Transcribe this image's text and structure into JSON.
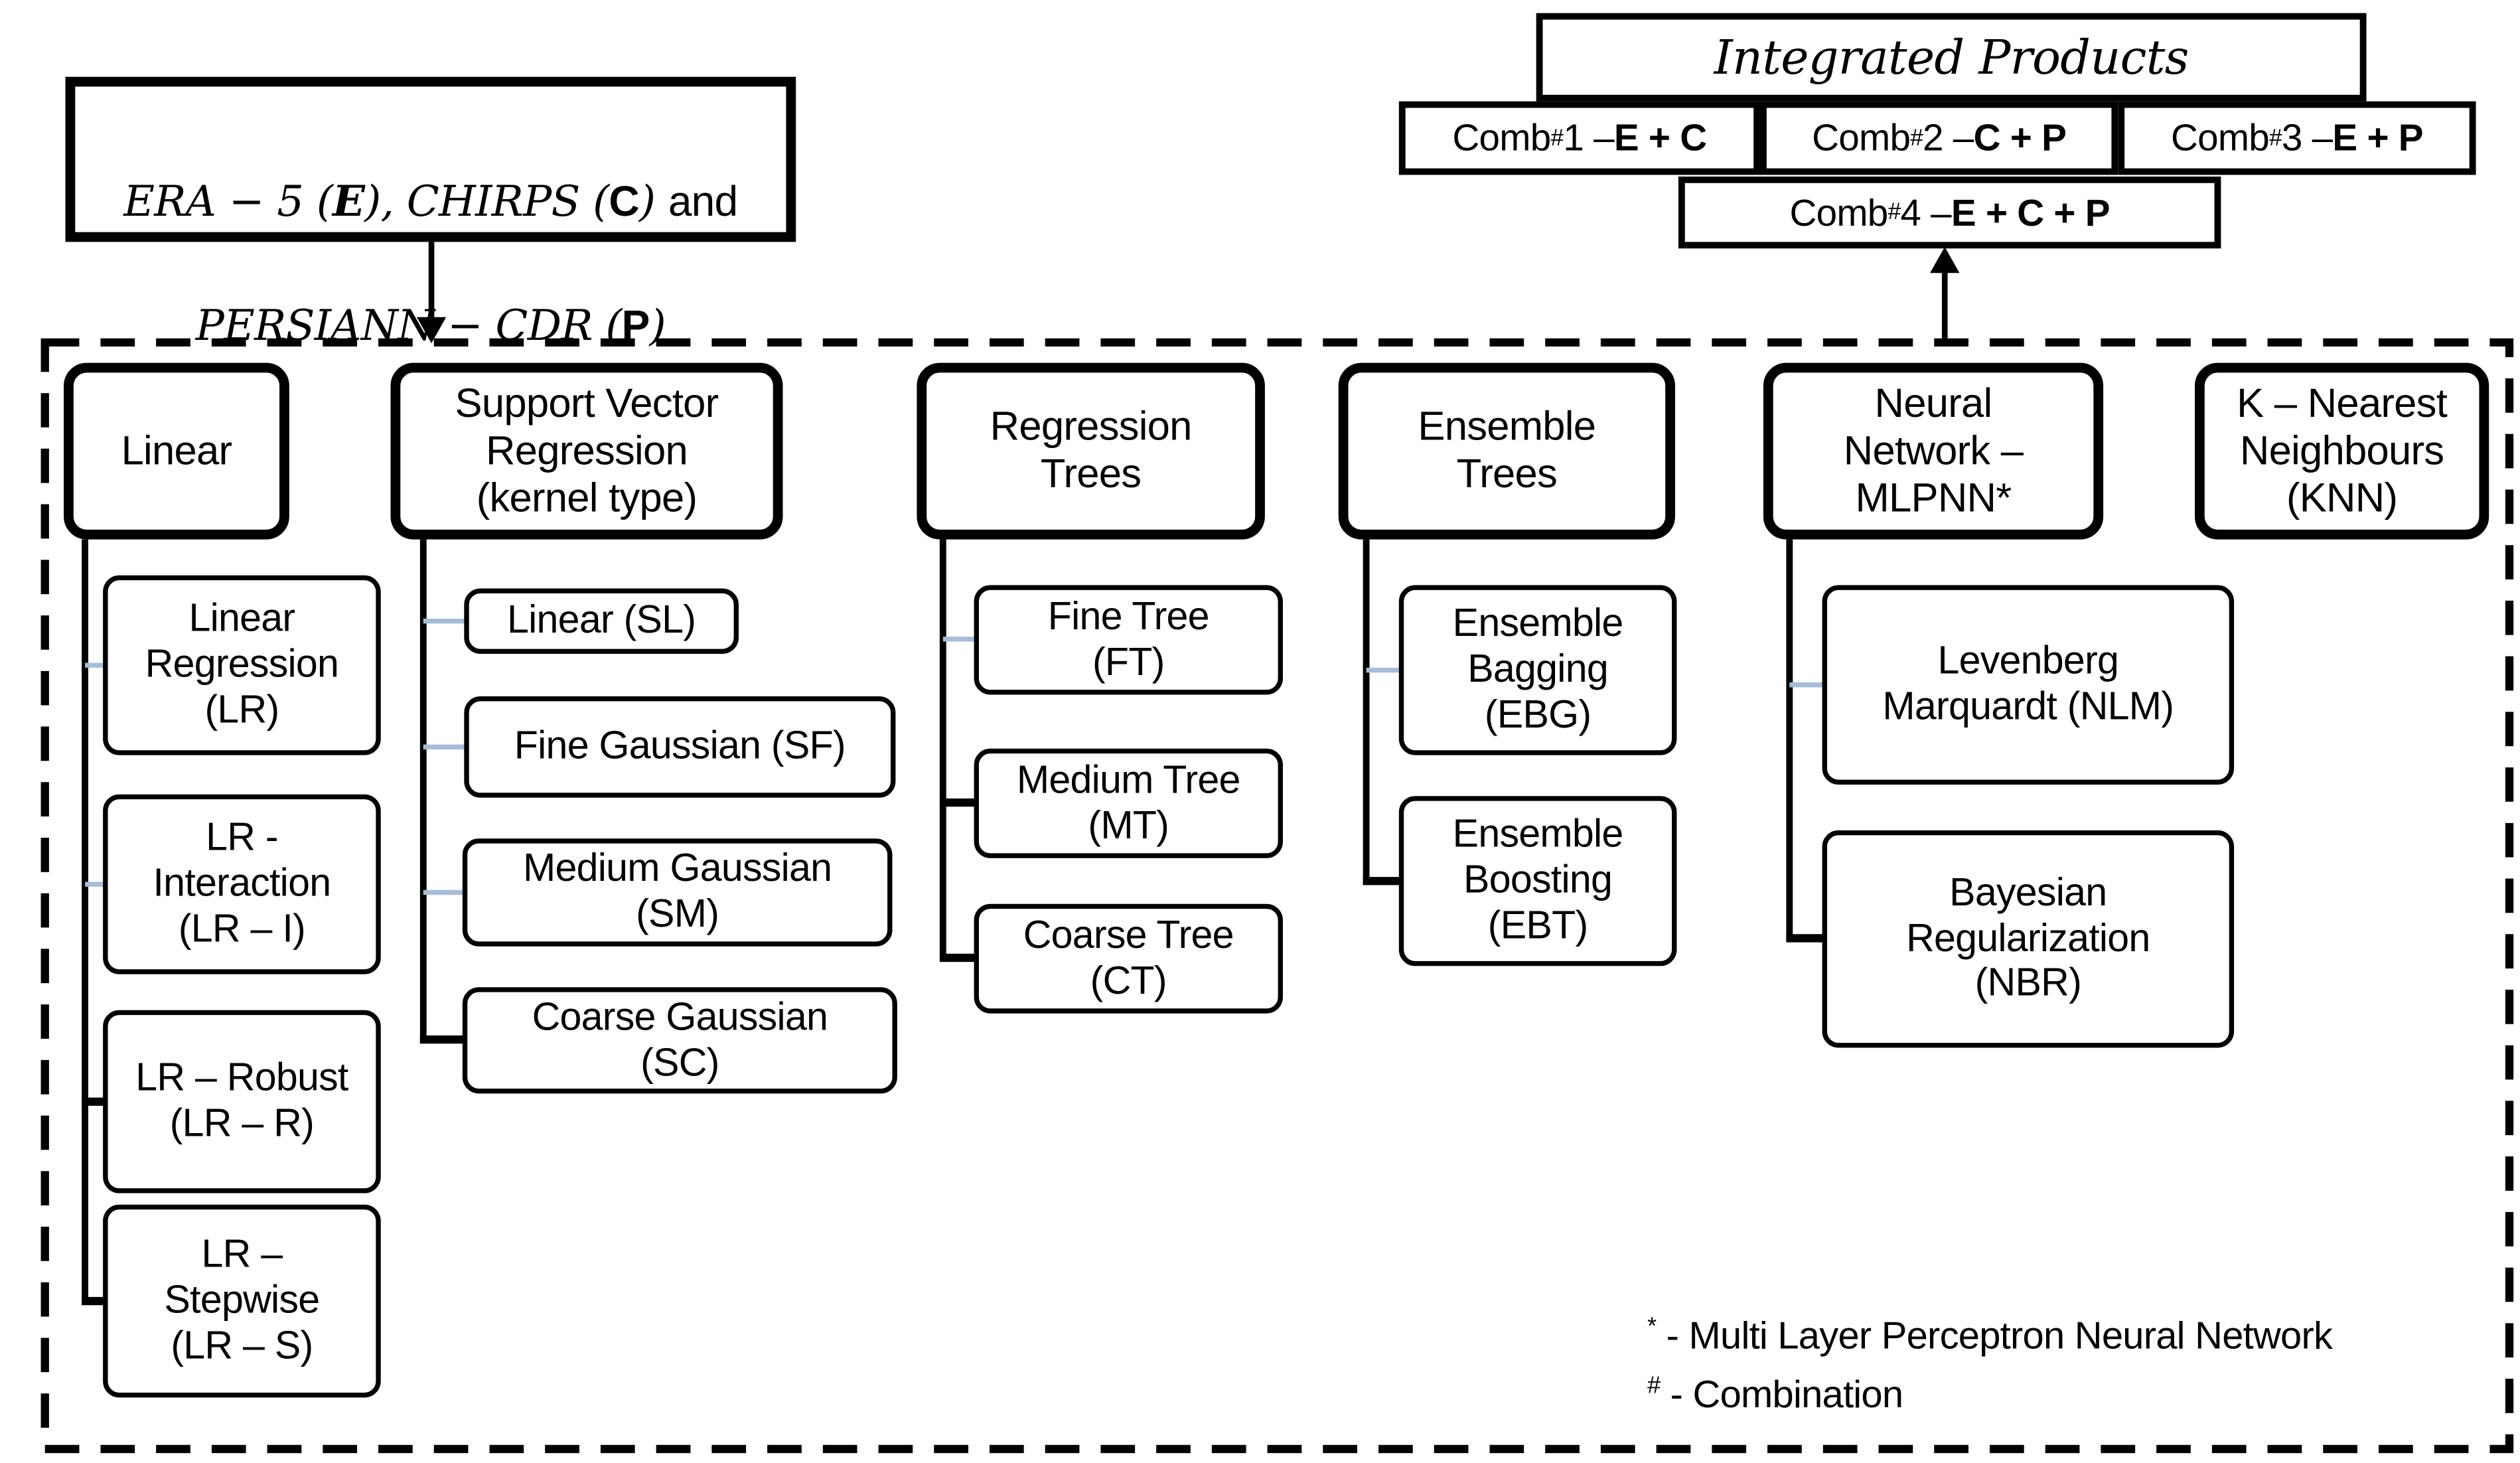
{
  "colors": {
    "ink": "#000000",
    "connector_blue": "#a6bdd7",
    "background": "#ffffff"
  },
  "source_box": {
    "line1_parts": [
      [
        "ERA − 5 (",
        "i"
      ],
      [
        "E",
        "ib"
      ],
      [
        "), ",
        "i"
      ],
      [
        "CHIRPS",
        "i"
      ],
      [
        " (",
        "i"
      ],
      [
        "C",
        "b"
      ],
      [
        ") ",
        "i"
      ],
      [
        "and",
        "n"
      ]
    ],
    "line2_parts": [
      [
        "PERSIANN − CDR (",
        "i"
      ],
      [
        "P",
        "b"
      ],
      [
        ")",
        "i"
      ]
    ]
  },
  "integrated_products": {
    "title": "Integrated Products",
    "combos": [
      {
        "parts": [
          [
            "Comb",
            "n"
          ],
          [
            "#",
            "sup"
          ],
          [
            " 1 – ",
            "n"
          ],
          [
            "E + C",
            "b"
          ]
        ]
      },
      {
        "parts": [
          [
            "Comb",
            "n"
          ],
          [
            "#",
            "sup"
          ],
          [
            " 2 – ",
            "n"
          ],
          [
            "C + P",
            "b"
          ]
        ]
      },
      {
        "parts": [
          [
            "Comb",
            "n"
          ],
          [
            "#",
            "sup"
          ],
          [
            " 3 – ",
            "n"
          ],
          [
            "E + P",
            "b"
          ]
        ]
      },
      {
        "parts": [
          [
            "Comb",
            "n"
          ],
          [
            "#",
            "sup"
          ],
          [
            " 4 – ",
            "n"
          ],
          [
            "E + C + P",
            "b"
          ]
        ]
      }
    ]
  },
  "method_tree": {
    "columns": [
      {
        "header": "Linear",
        "children": [
          {
            "label": "Linear\nRegression\n(LR)",
            "connector": "blue"
          },
          {
            "label": "LR -\nInteraction\n(LR – I)",
            "connector": "blue"
          },
          {
            "label": "LR – Robust\n(LR – R)",
            "connector": "black"
          },
          {
            "label": "LR –\nStepwise\n(LR – S)",
            "connector": "black"
          }
        ]
      },
      {
        "header": "Support Vector\nRegression\n(kernel type)",
        "children": [
          {
            "label": "Linear (SL)",
            "connector": "blue"
          },
          {
            "label": "Fine Gaussian (SF)",
            "connector": "blue"
          },
          {
            "label": "Medium Gaussian\n(SM)",
            "connector": "blue"
          },
          {
            "label": "Coarse Gaussian\n(SC)",
            "connector": "black"
          }
        ]
      },
      {
        "header": "Regression\nTrees",
        "children": [
          {
            "label": "Fine Tree\n(FT)",
            "connector": "blue"
          },
          {
            "label": "Medium Tree\n(MT)",
            "connector": "black"
          },
          {
            "label": "Coarse Tree\n(CT)",
            "connector": "black"
          }
        ]
      },
      {
        "header": "Ensemble\nTrees",
        "children": [
          {
            "label": "Ensemble\nBagging\n(EBG)",
            "connector": "blue"
          },
          {
            "label": "Ensemble\nBoosting\n(EBT)",
            "connector": "black"
          }
        ]
      },
      {
        "header": "Neural\nNetwork –\nMLPNN*",
        "children": [
          {
            "label": "Levenberg\nMarquardt (NLM)",
            "connector": "blue"
          },
          {
            "label": "Bayesian\nRegularization\n(NBR)",
            "connector": "black"
          }
        ]
      },
      {
        "header": "K – Nearest\nNeighbours\n(KNN)",
        "children": []
      }
    ]
  },
  "footnotes": [
    {
      "parts": [
        [
          "*",
          "sup"
        ],
        [
          " - Multi Layer Perceptron Neural Network",
          "n"
        ]
      ]
    },
    {
      "parts": [
        [
          "#",
          "sup"
        ],
        [
          " - Combination",
          "n"
        ]
      ]
    }
  ]
}
